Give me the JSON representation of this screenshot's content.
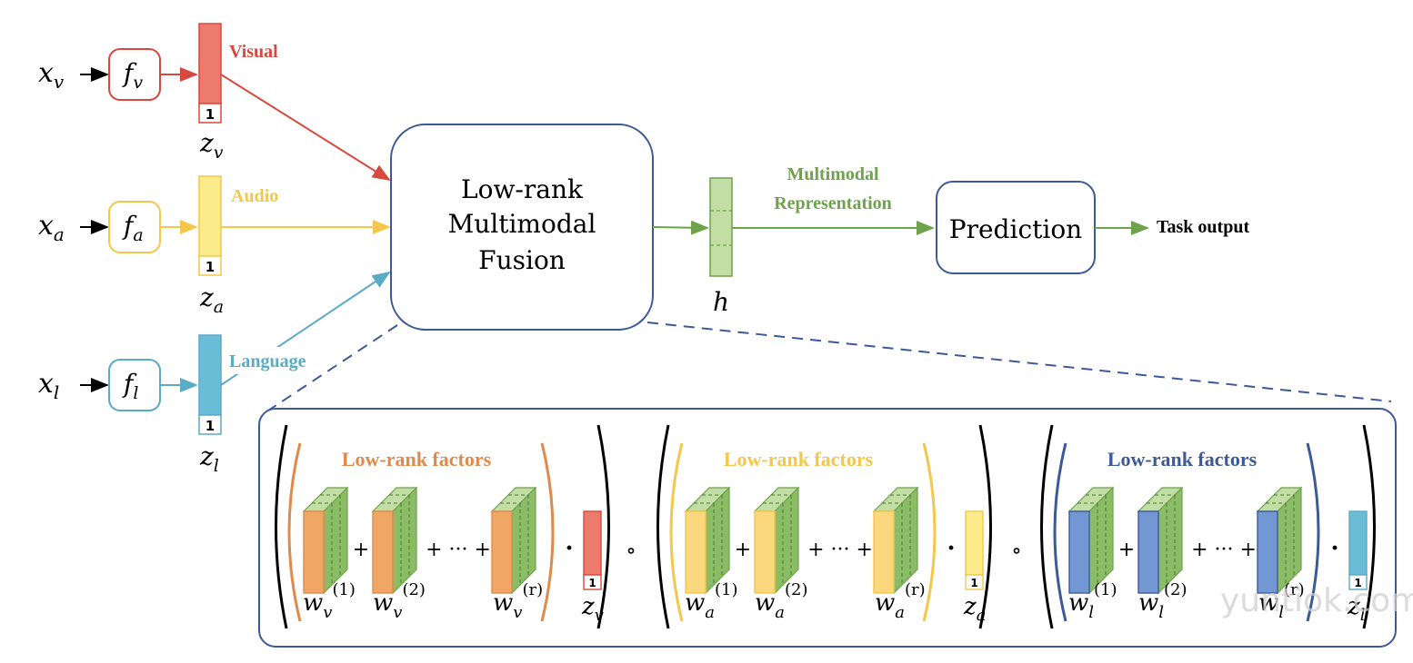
{
  "colors": {
    "visual": "#d6493f",
    "visual_fill": "#ec7a6d",
    "audio": "#f5c64c",
    "audio_fill": "#fbeb8a",
    "language": "#5aabc6",
    "language_fill": "#6bbcd7",
    "fusion_border": "#3d5a98",
    "green": "#6ea24b",
    "green_fill": "#c2dea4",
    "orange": "#e0894a",
    "orange_fill": "#f0a766",
    "yellow_fill": "#fbd77e",
    "blue_fill": "#7397d3"
  },
  "inputs": [
    {
      "x": "x",
      "sub": "v",
      "f": "f",
      "label": "Visual",
      "z": "z",
      "one": "1"
    },
    {
      "x": "x",
      "sub": "a",
      "f": "f",
      "label": "Audio",
      "z": "z",
      "one": "1"
    },
    {
      "x": "x",
      "sub": "l",
      "f": "f",
      "label": "Language",
      "z": "z",
      "one": "1"
    }
  ],
  "fusion": {
    "lines": [
      "Low-rank",
      "Multimodal",
      "Fusion"
    ]
  },
  "h_label": "h",
  "representation": {
    "lines": [
      "Multimodal",
      "Representation"
    ]
  },
  "prediction": "Prediction",
  "task_output": "Task output",
  "groups": [
    {
      "title": "Low-rank factors",
      "w": "w",
      "sub": "v",
      "sup1": "(1)",
      "sup2": "(2)",
      "supr": "(r)",
      "z": "z",
      "one": "1"
    },
    {
      "title": "Low-rank factors",
      "w": "w",
      "sub": "a",
      "sup1": "(1)",
      "sup2": "(2)",
      "supr": "(r)",
      "z": "z",
      "one": "1"
    },
    {
      "title": "Low-rank factors",
      "w": "w",
      "sub": "l",
      "sup1": "(1)",
      "sup2": "(2)",
      "supr": "(r)",
      "z": "z",
      "one": "1"
    }
  ],
  "ops": {
    "plus": "+",
    "dots": "+ ··· +",
    "dot": "·",
    "circ": "∘"
  },
  "watermark": "yuntiok.com"
}
